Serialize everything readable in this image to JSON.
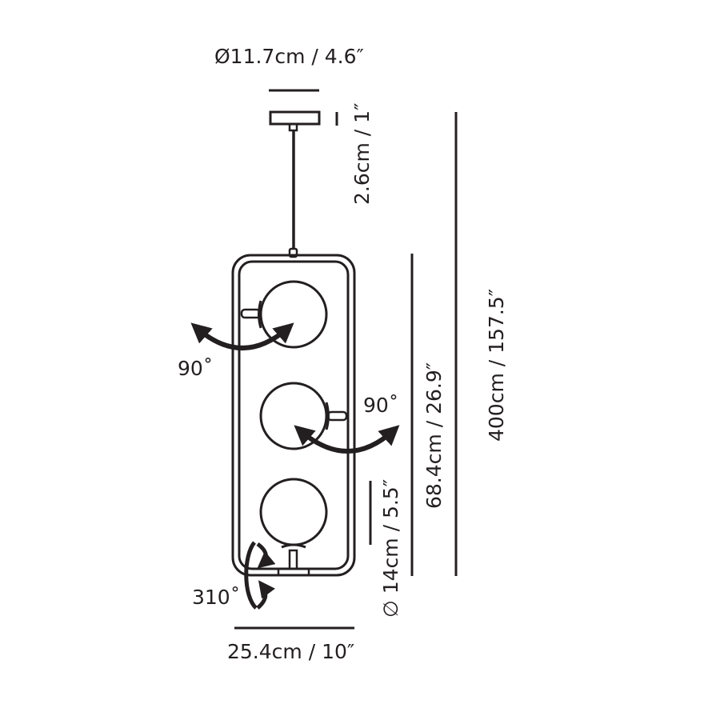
{
  "diagram": {
    "subject": "Three-globe pendant lamp dimension drawing",
    "colors": {
      "line": "#231f20",
      "background": "#ffffff"
    },
    "dimensions": {
      "canopy_diameter": "Ø11.7cm / 4.6″",
      "canopy_height": "2.6cm / 1″",
      "overall_height": "400cm / 157.5″",
      "fixture_height": "68.4cm / 26.9″",
      "globe_diameter": "∅ 14cm / 5.5″",
      "fixture_width": "25.4cm / 10″"
    },
    "rotations": {
      "top_globe": "90˚",
      "middle_globe": "90˚",
      "bottom_globe": "310˚"
    },
    "components": [
      "ceiling-canopy",
      "suspension-rod",
      "rectangular-frame",
      "globe-top",
      "globe-middle",
      "globe-bottom"
    ]
  }
}
